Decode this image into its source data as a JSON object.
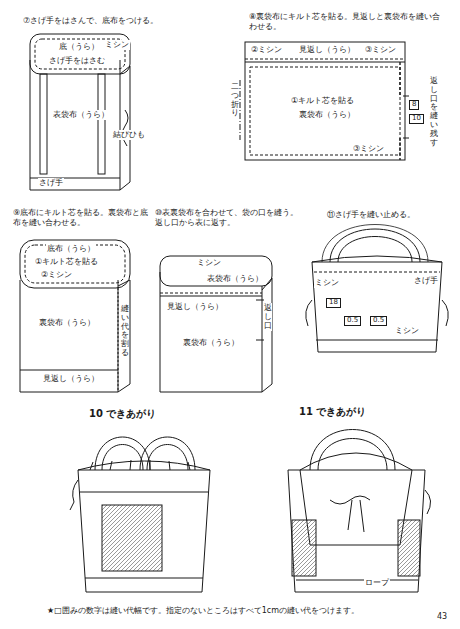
{
  "diagram": {
    "nodes": [
      {
        "text": [
          "8"
        ]
      },
      {
        "text": [
          "10"
        ]
      },
      {
        "text": [
          "18"
        ]
      },
      {
        "text": [
          "0.5"
        ]
      },
      {
        "text": [
          "0.5"
        ]
      }
    ],
    "labels": [
      "⑦さげ手をはさんで、底布をつける。",
      "底（うら）",
      "ミシン",
      "さげ手をはさむ",
      "表袋布（うら）",
      "結びひも",
      "さげ手",
      "⑧裏袋布にキルト芯を貼る。見返しと裏袋布を縫い合わせる。",
      "②ミシン",
      "見返し（うら）",
      "③ミシン",
      "①キルト芯を貼る",
      "裏袋布（うら）",
      "二つ折り",
      "返し口を縫い残す",
      "③ミシン",
      "⑨底布にキルト芯を貼る。裏袋布と底布を縫い合わせる。",
      "底布（うら）",
      "①キルト芯を貼る",
      "②ミシン",
      "裏袋布（うら）",
      "縫い代を割る",
      "見返し（うら）",
      "⑩表裏袋布を合わせて、袋の口を縫う。返し口から表に返す。",
      "ミシン",
      "表袋布（うら）",
      "見返し（うら）",
      "裏袋布（うら）",
      "返し口",
      "⑪さげ手を縫い止める。",
      "ミシン",
      "さげ手",
      "ミシン",
      "10 できあがり",
      "11 できあがり",
      "ロープ",
      "★□囲みの数字は縫い代幅です。指定のないところはすべて1cmの縫い代をつけます。",
      "43"
    ]
  }
}
